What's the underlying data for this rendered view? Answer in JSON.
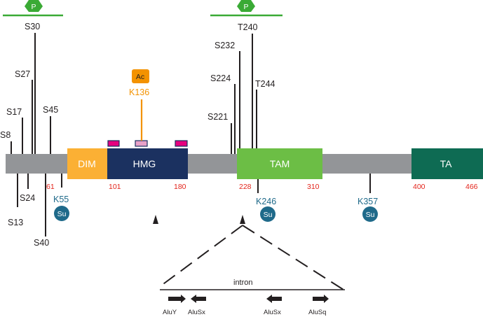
{
  "domains": {
    "dim": "DIM",
    "hmg": "HMG",
    "tam": "TAM",
    "ta": "TA"
  },
  "positions": {
    "p61": "61",
    "p101": "101",
    "p180": "180",
    "p228": "228",
    "p310": "310",
    "p400": "400",
    "p466": "466"
  },
  "phospho_badge": "P",
  "acetyl_badge": "Ac",
  "sumo_badge": "Su",
  "sites_above": {
    "s8": "S8",
    "s17": "S17",
    "s27": "S27",
    "s30": "S30",
    "s45": "S45",
    "s221": "S221",
    "s224": "S224",
    "s232": "S232",
    "t240": "T240",
    "t244": "T244"
  },
  "sites_below": {
    "s13": "S13",
    "s24": "S24",
    "s40": "S40"
  },
  "acetyl_site": "K136",
  "sumo_sites": {
    "k55": "K55",
    "k246": "K246",
    "k357": "K357"
  },
  "intron": {
    "label": "intron",
    "elements": [
      "AluY",
      "AluSx",
      "AluSx",
      "AluSq"
    ]
  },
  "colors": {
    "backbone": "#939598",
    "dim": "#fbb034",
    "hmg": "#1b3160",
    "tam": "#6cbe45",
    "ta": "#0e6b53",
    "phospho": "#3aaa35",
    "acetyl": "#f39200",
    "sumo": "#1f6a8a",
    "position_text": "#e3241b",
    "motif": "#e6007e",
    "motif_light": "#e8a1c8"
  }
}
